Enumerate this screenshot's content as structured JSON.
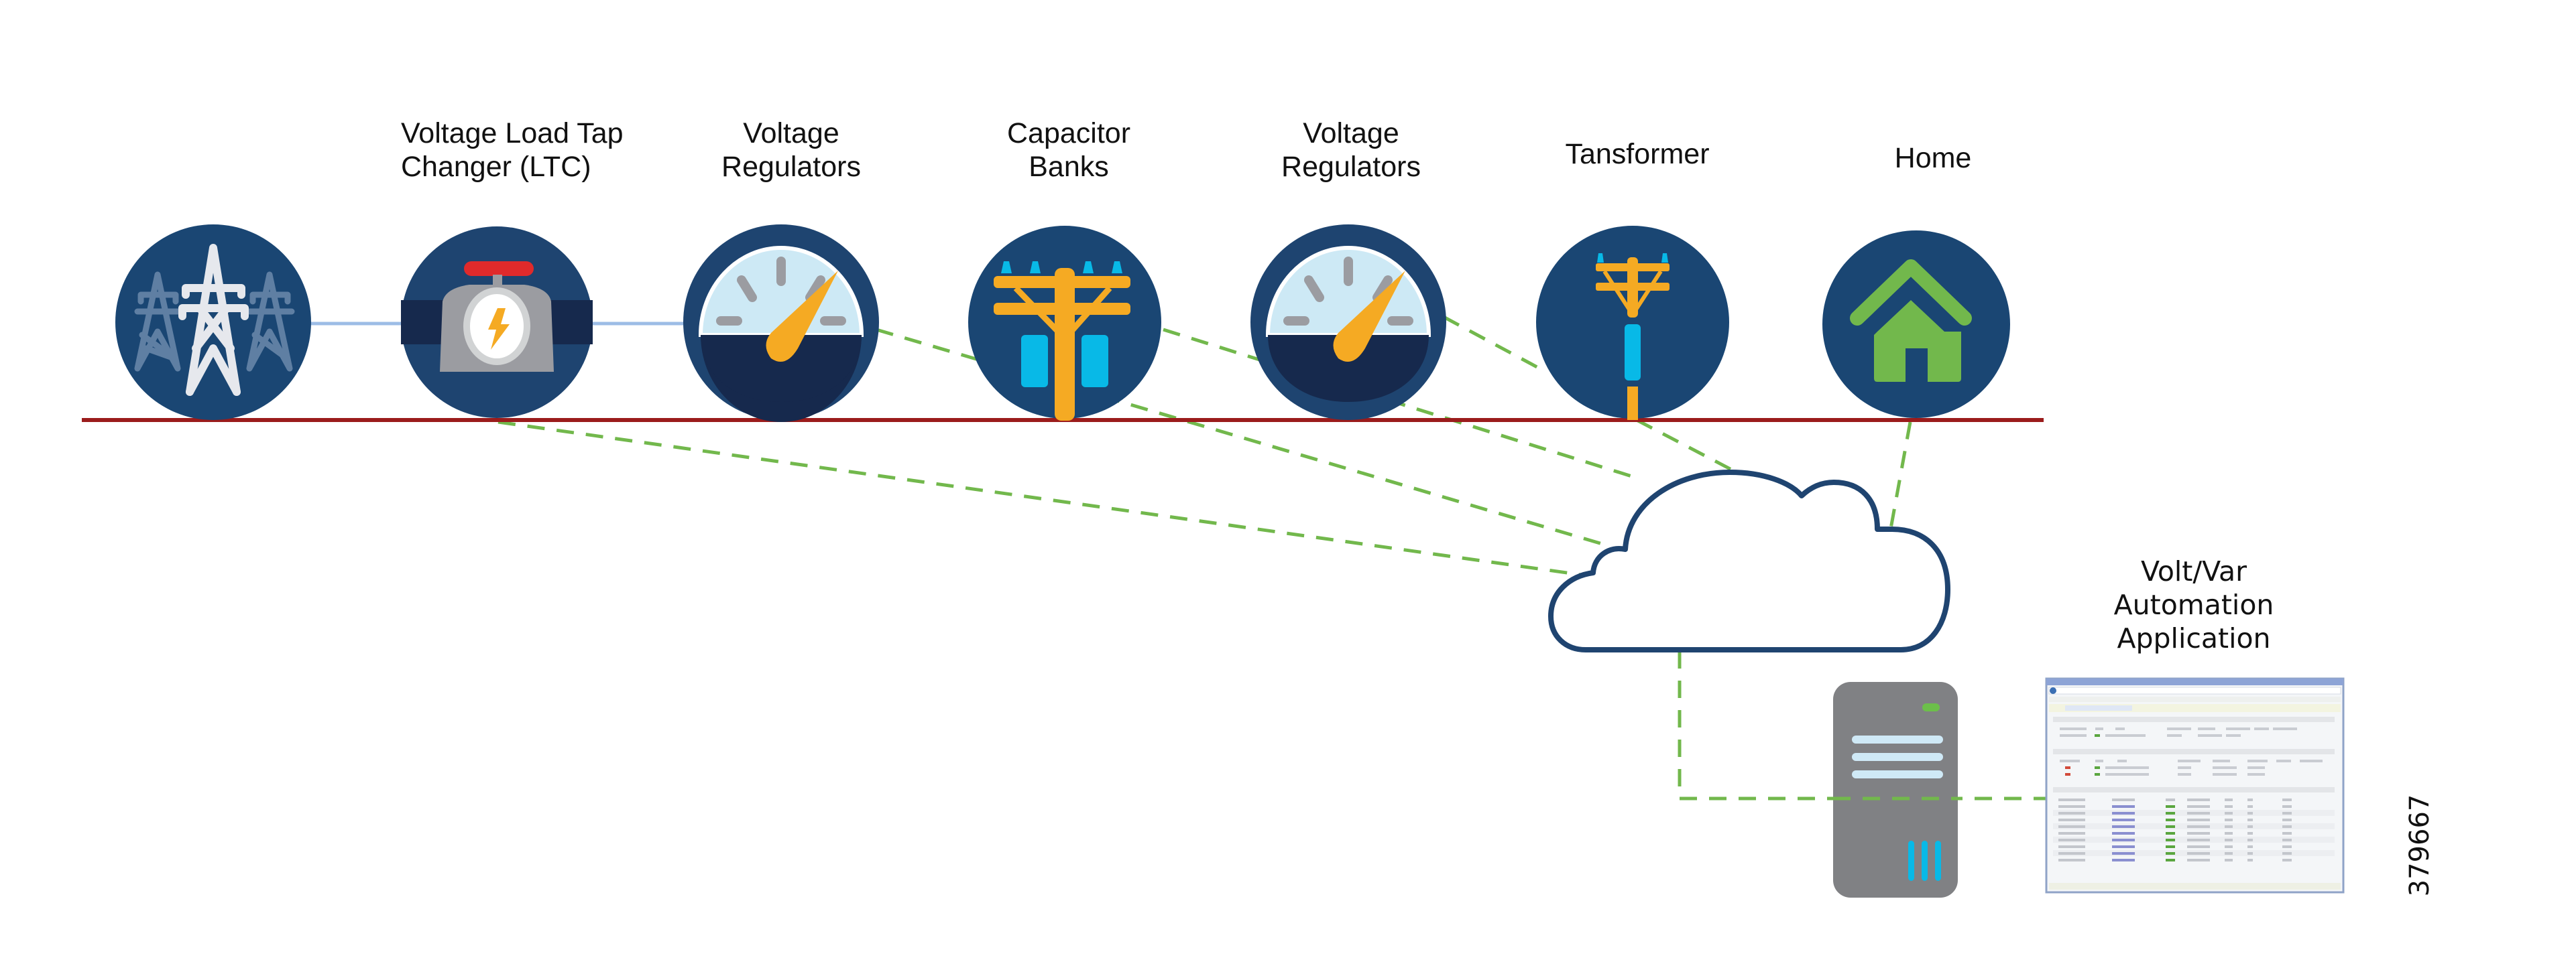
{
  "diagram": {
    "title": "Volt/Var automation topology",
    "figure_id": "379667",
    "colors": {
      "circle_fill": "#1a4673",
      "feeder_line": "#9b1c1c",
      "link_line": "#9cbde6",
      "data_link": "#72b84c",
      "accent_orange": "#f5aa23",
      "accent_cyan": "#08b9e7",
      "accent_green": "#72b84c",
      "server_gray": "#808184",
      "cloud_stroke": "#1f4470"
    },
    "nodes": [
      {
        "id": "transmission",
        "icon": "transmission-tower-icon",
        "label_lines": [
          "",
          ""
        ]
      },
      {
        "id": "ltc",
        "icon": "load-tap-changer-icon",
        "label_lines": [
          "Voltage Load Tap",
          "Changer  (LTC)"
        ]
      },
      {
        "id": "vr1",
        "icon": "gauge-icon",
        "label_lines": [
          "Voltage",
          "Regulators"
        ]
      },
      {
        "id": "capbank",
        "icon": "capacitor-bank-pole-icon",
        "label_lines": [
          "Capacitor",
          "Banks"
        ]
      },
      {
        "id": "vr2",
        "icon": "gauge-icon",
        "label_lines": [
          "Voltage",
          "Regulators"
        ]
      },
      {
        "id": "transformer",
        "icon": "transformer-pole-icon",
        "label_lines": [
          "Tansformer"
        ]
      },
      {
        "id": "home",
        "icon": "home-icon",
        "label_lines": [
          "Home"
        ]
      }
    ],
    "cloud": {
      "icon": "cloud-icon"
    },
    "server": {
      "icon": "server-icon"
    },
    "application": {
      "icon": "application-window-icon",
      "label_lines": [
        "Volt/Var",
        "Automation",
        "Application"
      ]
    },
    "connections": [
      {
        "from": "ltc",
        "to": "cloud",
        "style": "dashed"
      },
      {
        "from": "vr1",
        "to": "cloud",
        "style": "dashed"
      },
      {
        "from": "capbank",
        "to": "cloud",
        "style": "dashed"
      },
      {
        "from": "vr2",
        "to": "cloud",
        "style": "dashed"
      },
      {
        "from": "transformer",
        "to": "cloud",
        "style": "dashed"
      },
      {
        "from": "home",
        "to": "cloud",
        "style": "dashed"
      },
      {
        "from": "cloud",
        "to": "application",
        "style": "dashed",
        "via": "server"
      },
      {
        "from": "transmission",
        "to": "ltc",
        "style": "solid"
      },
      {
        "from": "ltc",
        "to": "vr1",
        "style": "solid"
      }
    ]
  }
}
